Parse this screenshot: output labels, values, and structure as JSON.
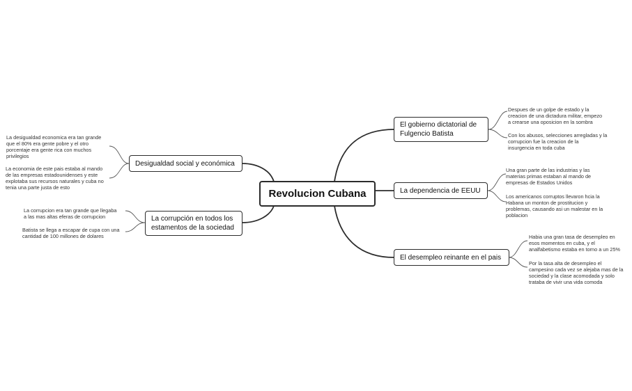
{
  "central": {
    "label": "Revolucion Cubana"
  },
  "branches": {
    "gobierno": {
      "label": "El gobierno dictatorial de\nFulgencio Batista",
      "notes": [
        "Despues de un golpe de estado y la\ncreacion de una dictadura militar, empezo\na crearse una oposicion en la sombra",
        "Con los abusos, selecciones arregladas y la\ncorrupcion fue la creacion de la\ninsurgencia en toda cuba"
      ]
    },
    "dependencia": {
      "label": "La dependencia de EEUU",
      "notes": [
        "Una gran parte de las industrias y las\nmaterias primas estaban al mando de\nempresas de Estados Unidos",
        "Los americanos corruptos llevaron hcia la\nHabana un monton de prostitucion y\nproblemas, causando asi un malestar en la\npoblacion"
      ]
    },
    "desempleo": {
      "label": "El desempleo reinante en el pais",
      "notes": [
        "Habia una gran tasa de desempleo en\nesos momentos en cuba, y el\nanalfabetismo estaba en torno a un 25%",
        "Por la tasa alta de desempleo el\ncampesino cada vez se alejaba mas de la\nsociedad y la clase acomodada y solo\ntrataba de vivir una vida comoda"
      ]
    },
    "desigualdad": {
      "label": "Desigualdad social y económica",
      "notes": [
        "La desigualdad economica era tan grande\nque el 80% era gente pobre y el otro\nporcentaje era gente rica con muchos\nprivilegios",
        "La economia de este pais estaba al mando\nde las empresas estadounidenses y este\nexplotaba sus recursos naturales y cuba no\ntenia una parte justa de esto"
      ]
    },
    "corrupcion": {
      "label": "La corrupción en todos los\nestamentos de la sociedad",
      "notes": [
        "La corrupcion era tan grande que llegaba\na las mas altas eferas de corrupcion",
        "Batista se llega a escapar de cupa con una\ncantidad de 100 millones de dolares"
      ]
    }
  }
}
